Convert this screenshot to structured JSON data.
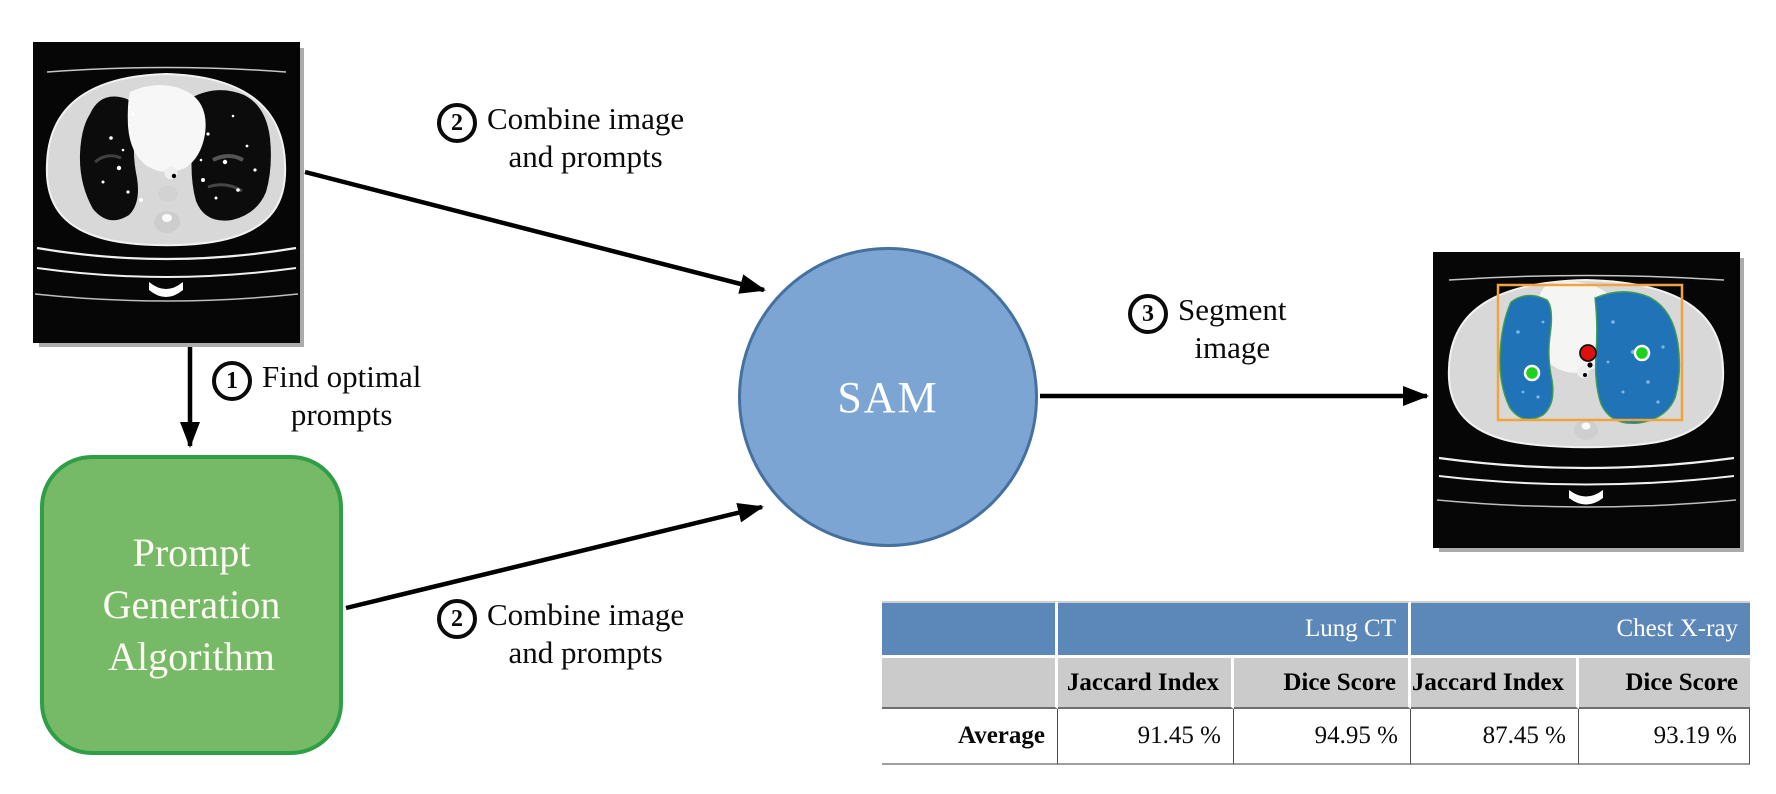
{
  "colors": {
    "pga-fill": "#76B966",
    "pga-border": "#2E9E47",
    "sam-fill": "#7CA5D4",
    "sam-border": "#46719F",
    "table-header-blue": "#5B88B8",
    "table-subheader-gray": "#CBCBCB",
    "bbox-orange": "#F2A33C",
    "mask-blue": "#2173B8",
    "positive-point-green": "#1FD11F",
    "negative-point-red": "#E01010",
    "arrow-black": "#000000"
  },
  "nodes": {
    "sam_label": "SAM",
    "pga_lines": [
      "Prompt",
      "Generation",
      "Algorithm"
    ]
  },
  "steps": [
    {
      "number": "1",
      "line1": "Find optimal",
      "line2": "prompts"
    },
    {
      "number": "2",
      "line1": "Combine image",
      "line2": "and prompts"
    },
    {
      "number": "2",
      "line1": "Combine image",
      "line2": "and prompts"
    },
    {
      "number": "3",
      "line1": "Segment",
      "line2": "image"
    }
  ],
  "table": {
    "group_headers": {
      "lung_ct": "Lung CT",
      "chest_xray": "Chest X-ray"
    },
    "col_headers": [
      "Jaccard Index",
      "Dice Score",
      "Jaccard Index",
      "Dice Score"
    ],
    "rows": [
      {
        "label": "Average",
        "values": [
          "91.45 %",
          "94.95 %",
          "87.45 %",
          "93.19 %"
        ]
      }
    ]
  }
}
